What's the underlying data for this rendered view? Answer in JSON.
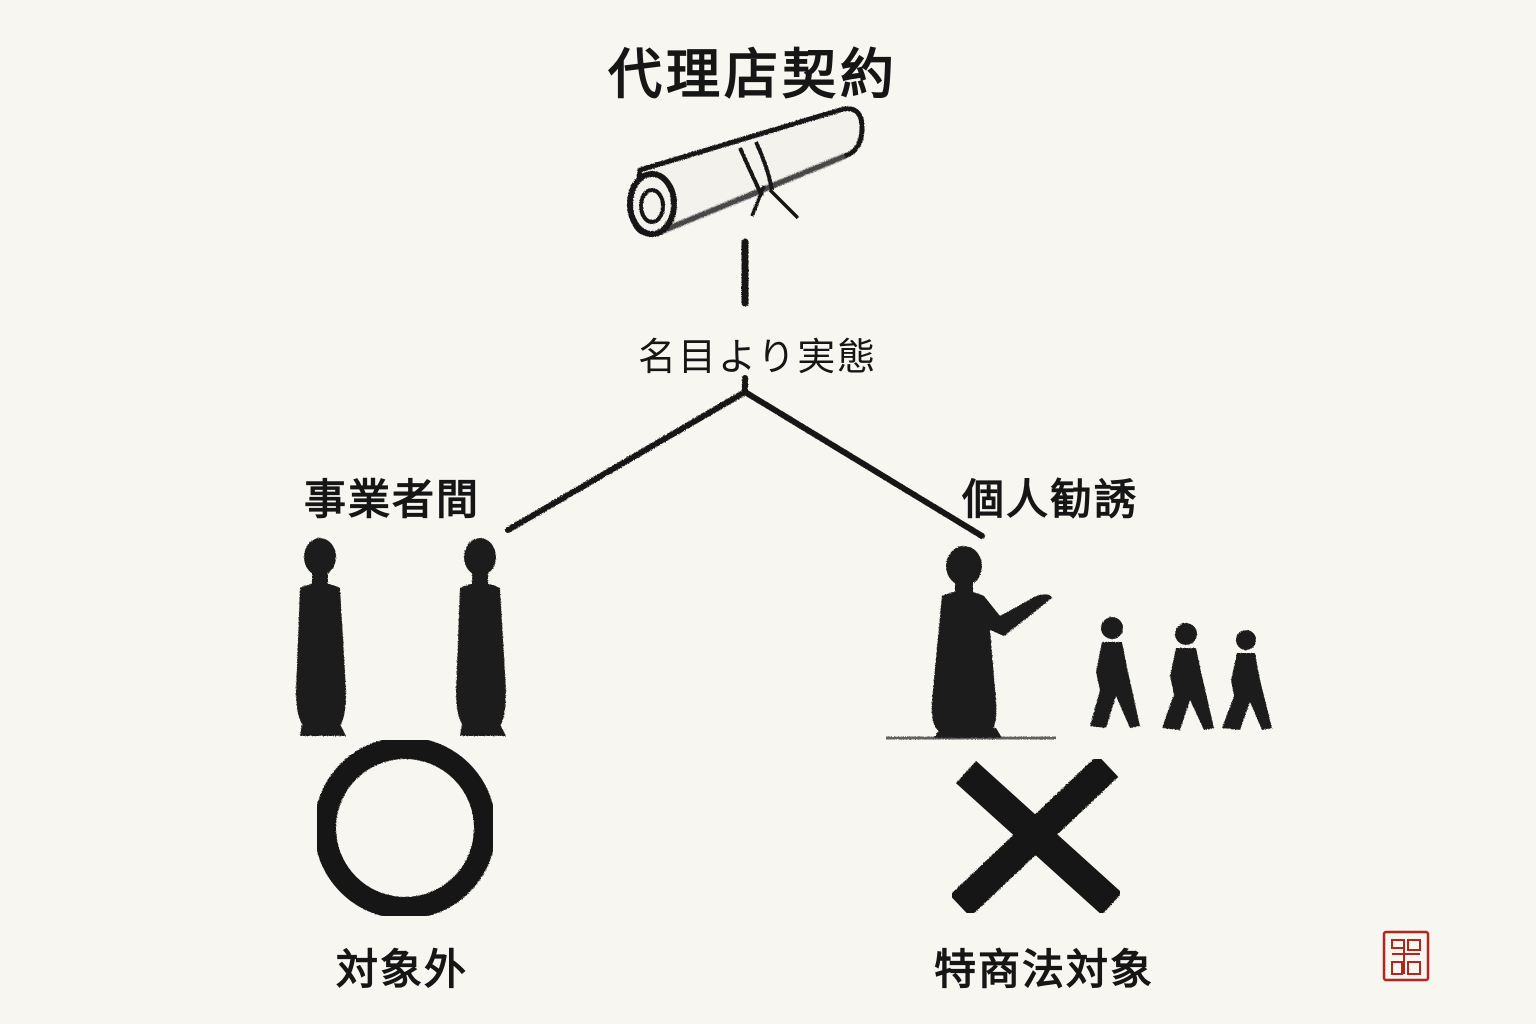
{
  "diagram": {
    "title": "代理店契約",
    "principle": "名目より実態",
    "branches": [
      {
        "label": "事業者間",
        "result_symbol": "circle-mark",
        "result_label": "対象外"
      },
      {
        "label": "個人勧誘",
        "result_symbol": "cross-mark",
        "result_label": "特商法対象"
      }
    ],
    "seal": {
      "icon": "red-seal-stamp",
      "color": "#b3261e"
    },
    "colors": {
      "background": "#f8f6f0",
      "ink": "#161616"
    },
    "icons": {
      "contract": "scroll-icon",
      "left_people": "two-standing-figures",
      "right_people": "figure-beckoning-walkers"
    }
  }
}
